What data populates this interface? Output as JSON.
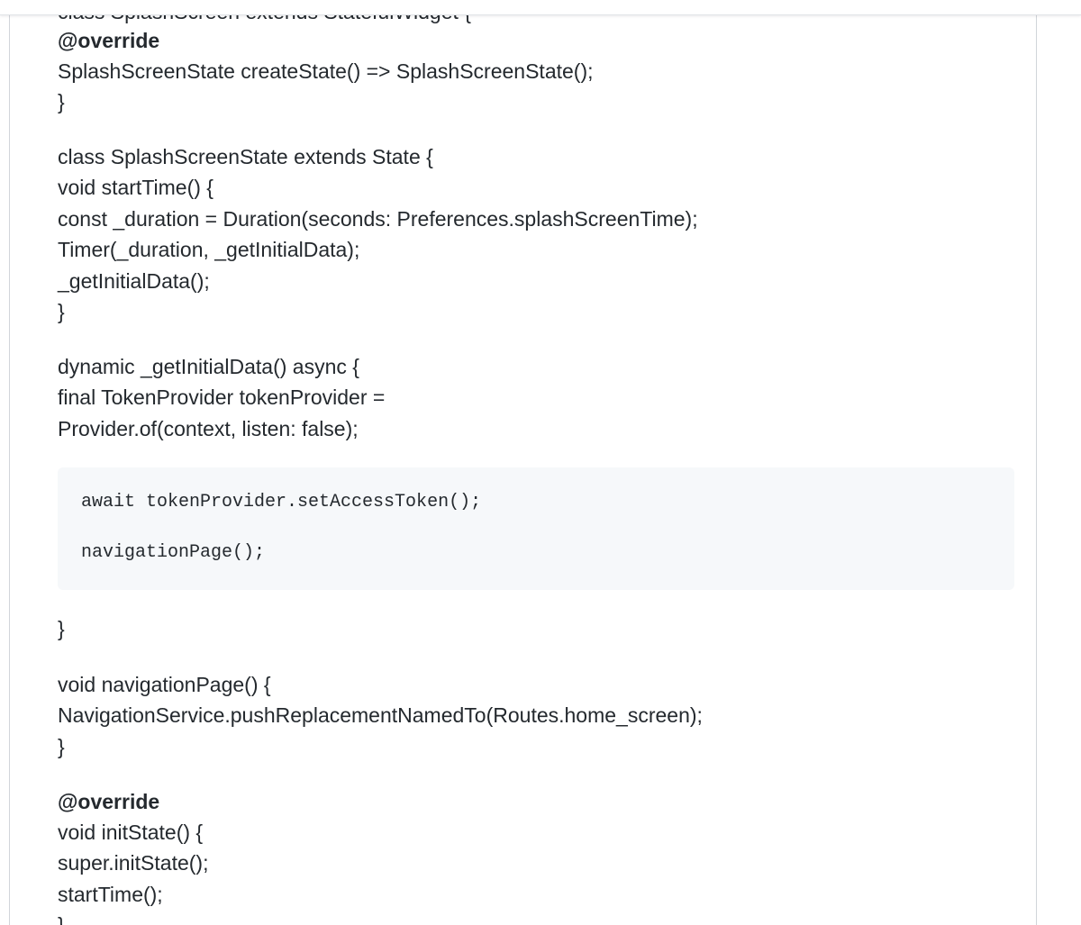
{
  "comment": {
    "cut_top_line": "class SplashScreen extends StatefulWidget {",
    "lines_before": [
      "@override",
      "SplashScreenState createState() => SplashScreenState();",
      "}",
      "class SplashScreenState extends State {",
      "void startTime() {",
      "const _duration = Duration(seconds: Preferences.splashScreenTime);",
      "Timer(_duration, _getInitialData);",
      "_getInitialData();",
      "}",
      "dynamic _getInitialData() async {",
      "final TokenProvider tokenProvider =",
      "Provider.of(context, listen: false);"
    ],
    "code_block": {
      "line1": "await tokenProvider.setAccessToken();",
      "line2": "navigationPage();"
    },
    "lines_after": [
      "}",
      "void navigationPage() {",
      "NavigationService.pushReplacementNamedTo(Routes.home_screen);",
      "}",
      "@override",
      "void initState() {",
      "super.initState();",
      "startTime();",
      "}"
    ]
  },
  "colors": {
    "text": "#24292e",
    "code_background": "#f6f8fa",
    "border": "#d1d5da"
  }
}
